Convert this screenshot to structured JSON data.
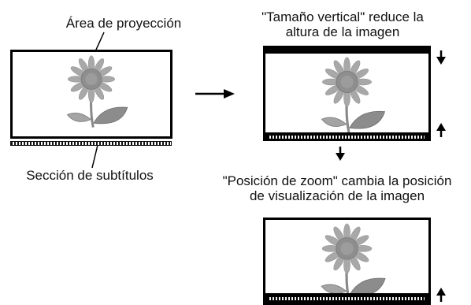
{
  "labels": {
    "projection_area": "Área de proyección",
    "subtitle_section": "Sección de subtítulos",
    "vertical_size_line1": "\"Tamaño vertical\" reduce la",
    "vertical_size_line2": "altura de la imagen",
    "zoom_position_line1": "\"Posición de zoom\" cambia la posición",
    "zoom_position_line2": "de visualización de la imagen"
  },
  "colors": {
    "frame": "#000000",
    "image_fill": "#9a9a9a",
    "image_dark": "#7a7a7a"
  },
  "icons": [
    "sunflower-image-icon",
    "arrow-right-icon",
    "arrow-down-icon",
    "arrow-up-icon"
  ]
}
